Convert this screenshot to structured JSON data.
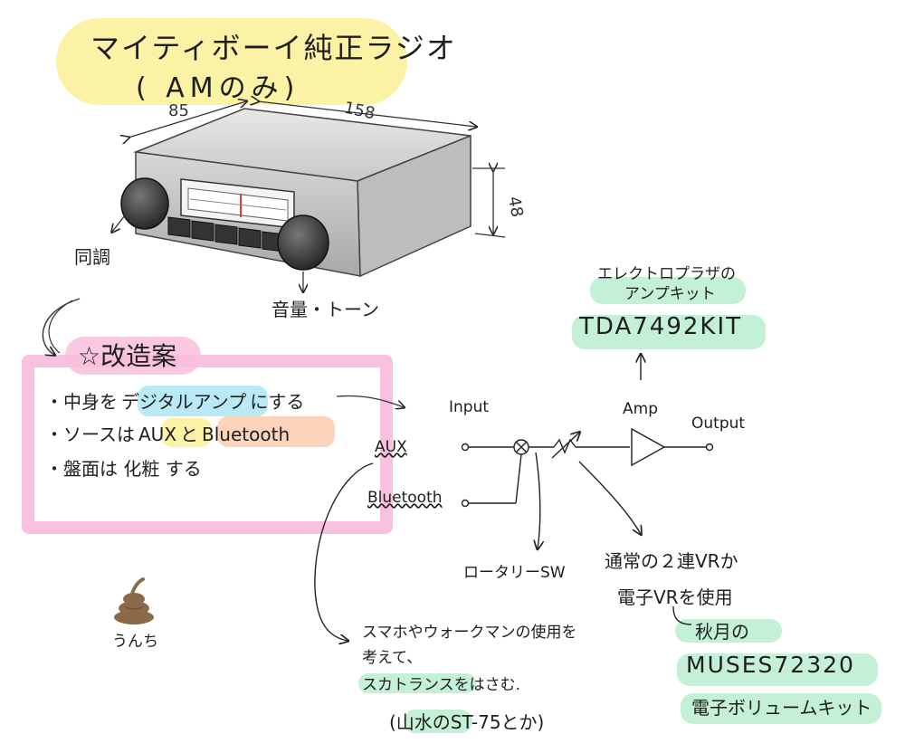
{
  "title": {
    "line1": "マイティボーイ純正ラジオ",
    "line2": "( AMのみ)"
  },
  "dimensions": {
    "depth": "85",
    "width": "158",
    "height": "48"
  },
  "radio": {
    "tuning_label": "同調",
    "volume_label": "音量・トーン"
  },
  "proposal": {
    "heading": "☆改造案",
    "items": [
      {
        "prefix": "・中身を",
        "highlight": "デジタルアンプ",
        "suffix": "にする"
      },
      {
        "prefix": "・ソースは",
        "highlight1": "AUX",
        "middle": "と",
        "highlight2": "Bluetooth"
      },
      {
        "prefix": "・盤面は 化粧 する"
      }
    ]
  },
  "mascot": {
    "label": "うんち"
  },
  "circuit": {
    "input_label": "Input",
    "amp_label": "Amp",
    "output_label": "Output",
    "aux_label": "AUX",
    "bluetooth_label": "Bluetooth",
    "rotary_label": "ロータリーSW"
  },
  "amp_kit": {
    "line1": "エレクトロプラザの",
    "line2": "アンプキット",
    "model": "TDA7492KIT"
  },
  "volume_note": {
    "line1": "通常の２連VRか",
    "line2": "電子VRを使用",
    "line3": "秋月の",
    "model": "MUSES72320",
    "line4": "電子ボリュームキット"
  },
  "transformer_note": {
    "line1": "スマホやウォークマンの使用を",
    "line2": "考えて、",
    "line3": "スカトランスをはさむ.",
    "line4": "(山水のST-75とか)"
  },
  "colors": {
    "title_highlight": "#faf096",
    "kit_highlight": "#afebc8",
    "proposal_frame": "#f8b9dc",
    "digital_amp_highlight": "#a0e1f0",
    "bluetooth_highlight": "#facdaf",
    "mascot_brown": "#8b6a4a"
  }
}
